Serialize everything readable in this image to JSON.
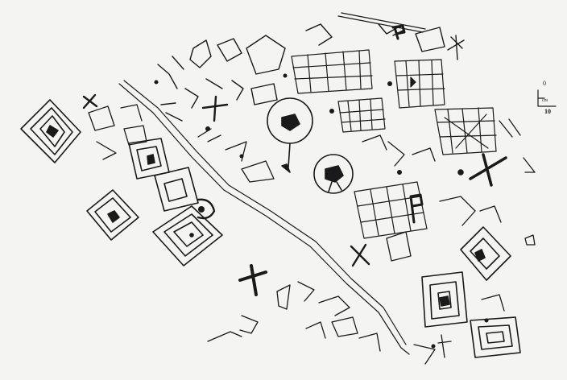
{
  "scale_bar": {
    "zero": "0",
    "unit": "cm",
    "ten": "10"
  },
  "colors": {
    "paper": "#f4f4f2",
    "ink": "#1a1a1a"
  }
}
